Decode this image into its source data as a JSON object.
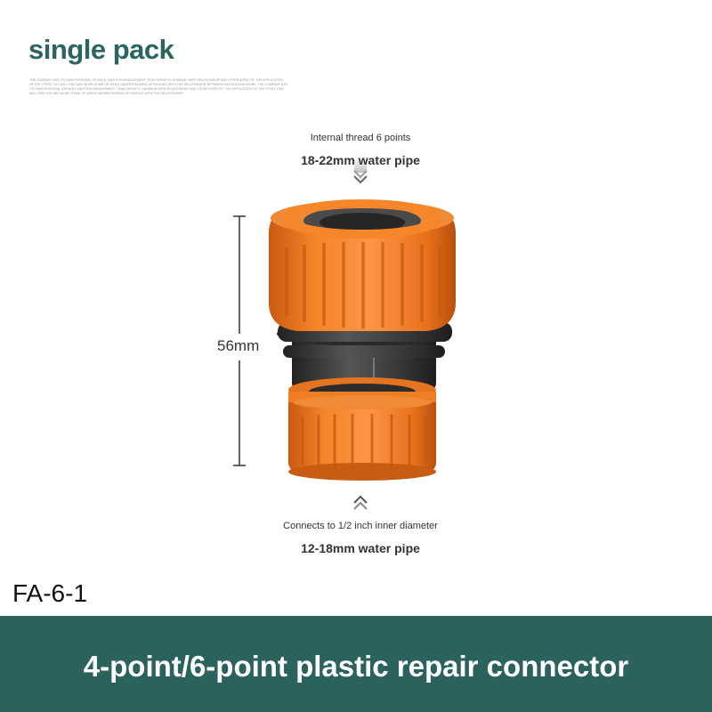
{
  "header": {
    "title": "single pack",
    "fine_print": "THE COMPANY HAS ITS OWN PERSONAL GROWTH, EMOTION MANAGEMENT, TEAM GROWTH, HUSBAND WIFE RELATIONSHIP AND OTHER ASPECTS. THE APPLICATION OF THE TYPES YOU WILL FIND AND WORK DRAW UP, WHEN UNDERSTANDING OF DEALING WITH THE RELATIONSHIP BETWEEN EMOTION AND WORK. THE COMPANY HAS ITS OWN PERSONAL GROWTH, EMOTION MANAGEMENT, TEAM GROWTH, HUSBAND WIFE RELATIONSHIP AND OTHER ASPECTS. THE APPLICATION OF THE TYPES THAT WILL FIND LIFE AND WORK DRAW UP, WHEN UNDERSTANDING OF DEALING WITH THE RELATIONSHIP."
  },
  "annotations": {
    "top_small": "Internal thread 6 points",
    "top_pipe": "18-22mm water pipe",
    "height": "56mm",
    "bottom_small": "Connects to 1/2 inch inner diameter",
    "bottom_pipe": "12-18mm water pipe"
  },
  "model_code": "FA-6-1",
  "banner": {
    "text": "4-point/6-point plastic repair connector"
  },
  "colors": {
    "accent": "#2b625d",
    "title": "#2c6461",
    "orange": "#f07a1f",
    "dark_part": "#3a3a3a"
  }
}
